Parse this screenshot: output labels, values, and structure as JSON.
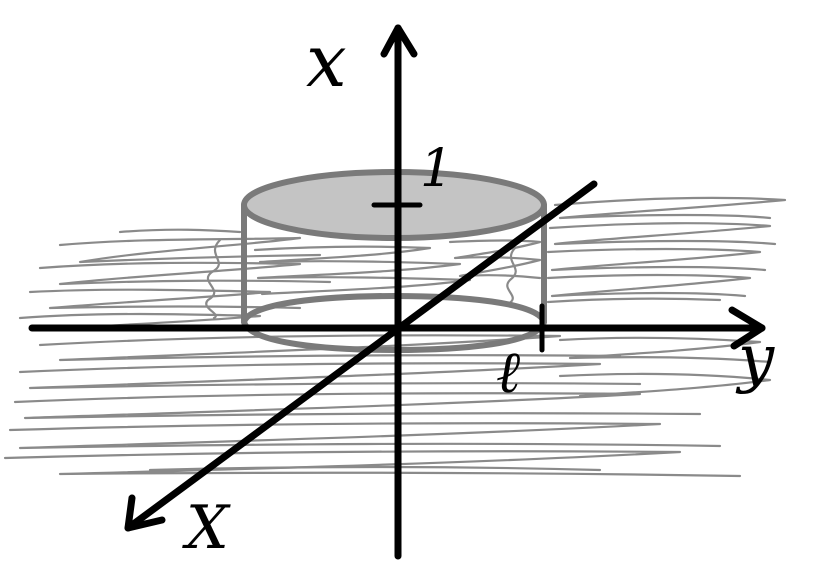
{
  "diagram": {
    "axis_labels": {
      "vertical": "x",
      "horizontal": "y",
      "depth": "X"
    },
    "tick_labels": {
      "vertical": "1",
      "horizontal": "ℓ"
    },
    "colors": {
      "axis": "#000000",
      "cylinder_edge": "#7a7a7a",
      "cylinder_top": "#c4c4c4",
      "hatching": "#8a8a8a",
      "background": "#ffffff"
    }
  }
}
